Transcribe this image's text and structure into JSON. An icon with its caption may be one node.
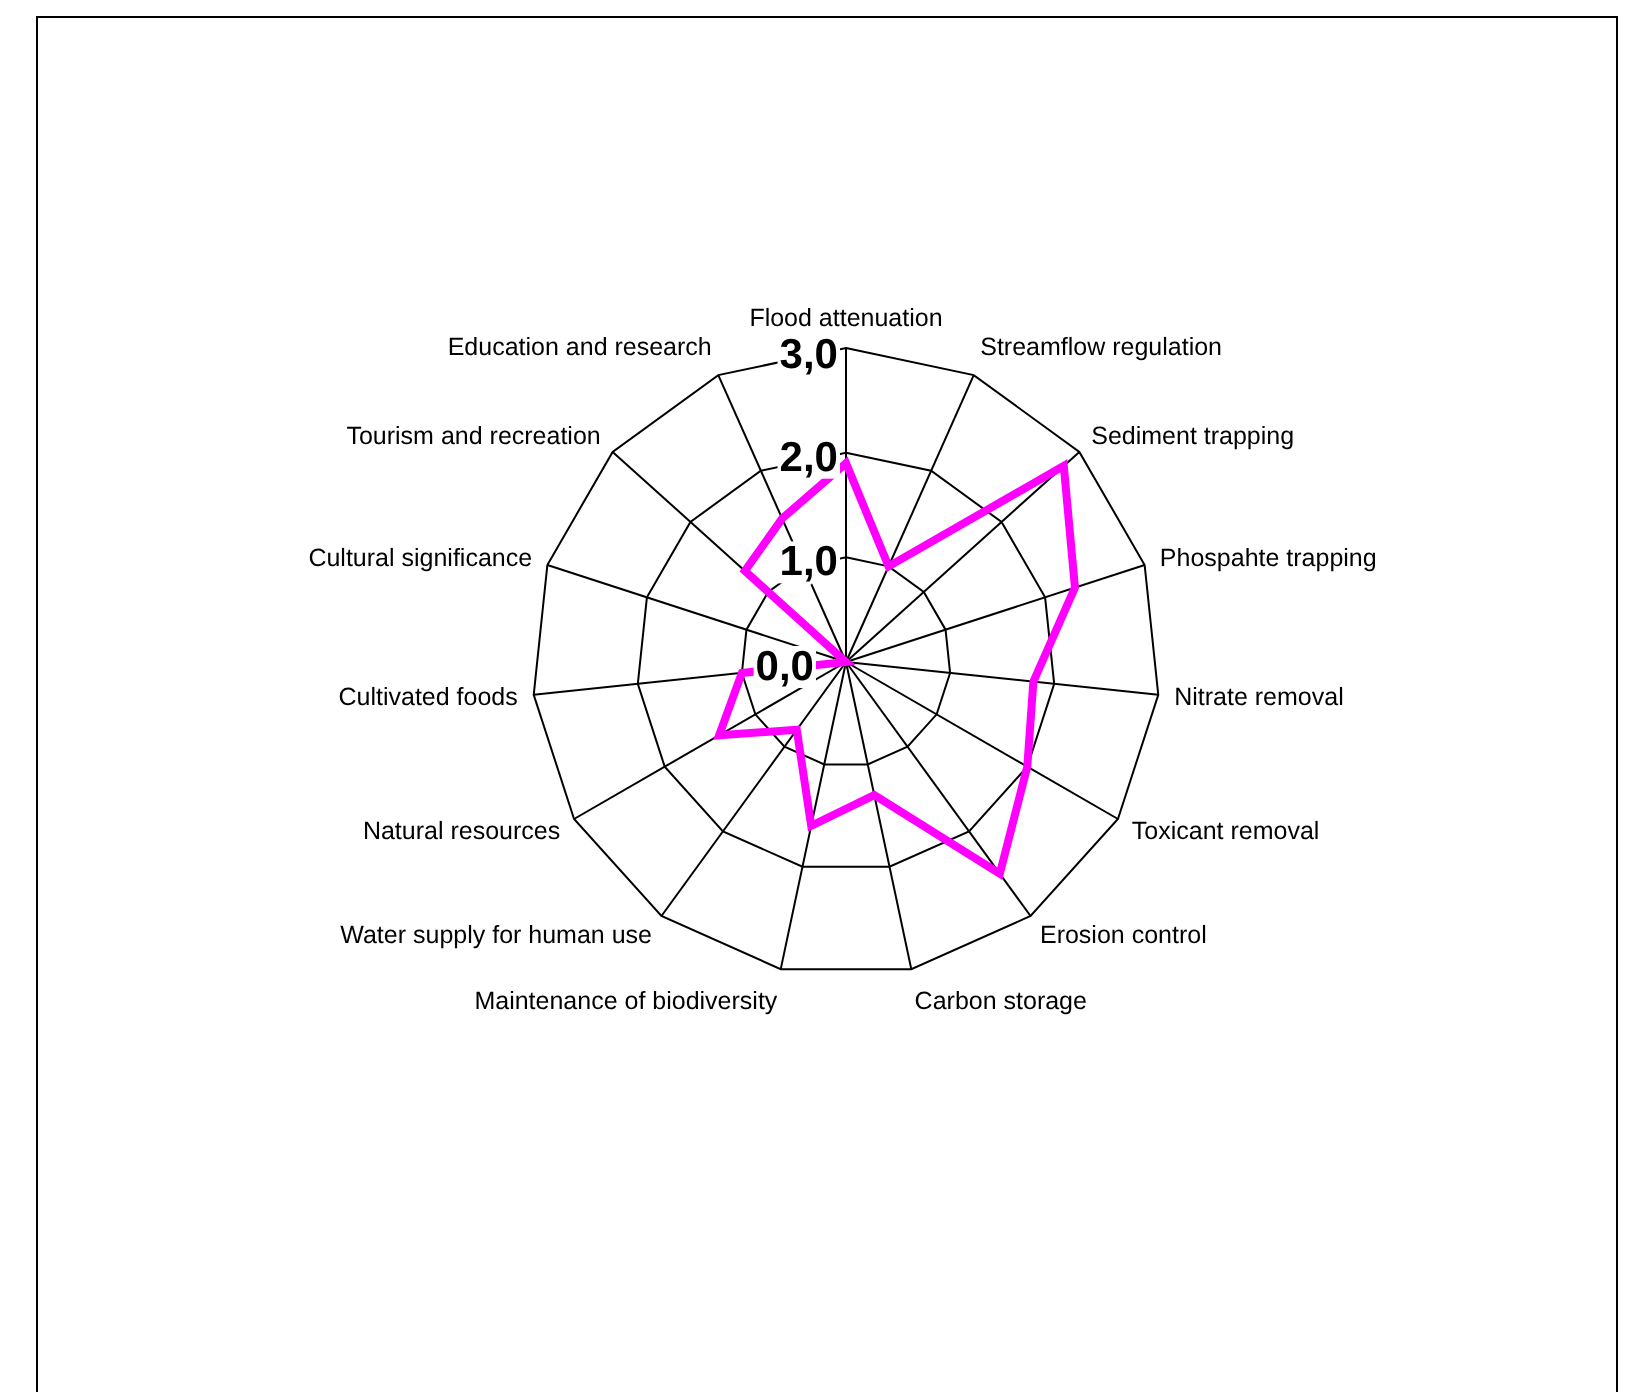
{
  "diagram": {
    "labels": [
      "Flood attenuation",
      "Education and research",
      "3,0",
      "Streamflow regulation",
      "Tourism and recreation",
      "2,0",
      "Sediment trapping",
      "Cultural significance",
      "1,0",
      "Phospahte trapping",
      "Cultivated foods",
      "0,0",
      "Nitrate removal",
      "Natural resources",
      "Toxicant removal",
      "Water supply for human use",
      "Erosion control",
      "Maintenance of biodiversity",
      "Carbon storage"
    ]
  }
}
